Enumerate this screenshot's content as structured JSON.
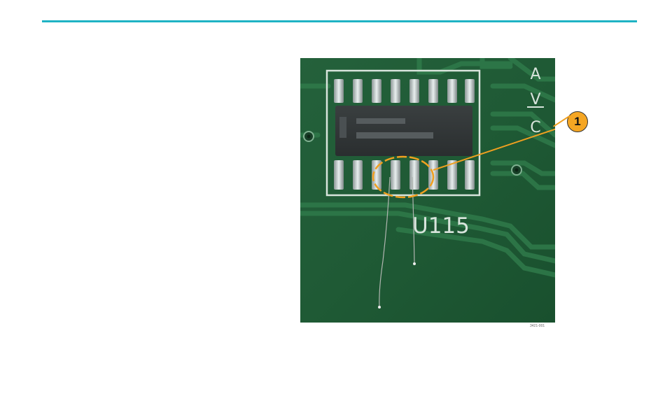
{
  "header": {
    "rule_color": "#1fb3c4"
  },
  "figure": {
    "silkscreen_letters": [
      "A",
      "V",
      "C"
    ],
    "component_ref": "U115",
    "callout_number": "1",
    "callout_color": "#f0a020",
    "board_color": "#1f5a35",
    "figure_code": "3421-001"
  }
}
